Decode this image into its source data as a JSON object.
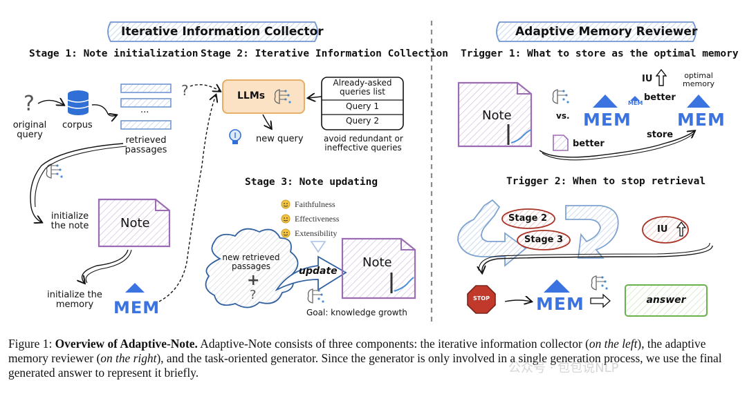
{
  "left": {
    "title": "Iterative Information Collector",
    "stage1": "Stage 1: Note initialization",
    "stage2": "Stage 2: Iterative Information Collection",
    "stage3": "Stage 3: Note updating",
    "original_query": [
      "original",
      "query"
    ],
    "corpus": "corpus",
    "ellipsis": "...",
    "retrieved_passages": [
      "retrieved",
      "passages"
    ],
    "initialize_note": [
      "initialize",
      "the note"
    ],
    "note": "Note",
    "initialize_memory": [
      "initialize the",
      "memory"
    ],
    "mem": "MEM",
    "llms": "LLMs",
    "new_query": "new query",
    "asked_list": [
      "Already-asked",
      "queries list"
    ],
    "query1": "Query 1",
    "query2": "Query 2",
    "avoid": [
      "avoid redundant or",
      "ineffective queries"
    ],
    "criteria": [
      "Faithfulness",
      "Effectiveness",
      "Extensibility"
    ],
    "new_retrieved": [
      "new retrieved",
      "passages"
    ],
    "plus": "+",
    "question": "?",
    "update": "update",
    "goal": "Goal: knowledge growth"
  },
  "right": {
    "title": "Adaptive Memory Reviewer",
    "trigger1": "Trigger 1: What to store as the optimal memory",
    "trigger2": "Trigger 2: When to stop retrieval",
    "note": "Note",
    "vs": "vs.",
    "mem": "MEM",
    "iu": "IU",
    "better": "better",
    "optimal_memory": [
      "optimal",
      "memory"
    ],
    "store": "store",
    "stage2": "Stage 2",
    "stage3": "Stage 3",
    "stop": "STOP",
    "answer": "answer"
  },
  "caption": {
    "figure": "Figure 1: ",
    "bold_title": "Overview of Adaptive-Note.",
    "text1": " Adaptive-Note consists of three components: the iterative information collector (",
    "italic1": "on the left",
    "text2": "), the adaptive memory reviewer (",
    "italic2": "on the right",
    "text3": "), and the task-oriented generator. Since the generator is only involved in a single generation process, we use the final generated answer to represent it briefly."
  },
  "watermark": "公众号 · 包包说NLP",
  "colors": {
    "purple": "#9b6cb4",
    "blue_mem": "#3b73e0",
    "blue_stack": "#6f95d0",
    "llm_fill": "#fbe2c4",
    "llm_border": "#e3a75a",
    "green": "#6ab04c",
    "red": "#c0392b",
    "arrow_blue": "#7ea3cf"
  }
}
